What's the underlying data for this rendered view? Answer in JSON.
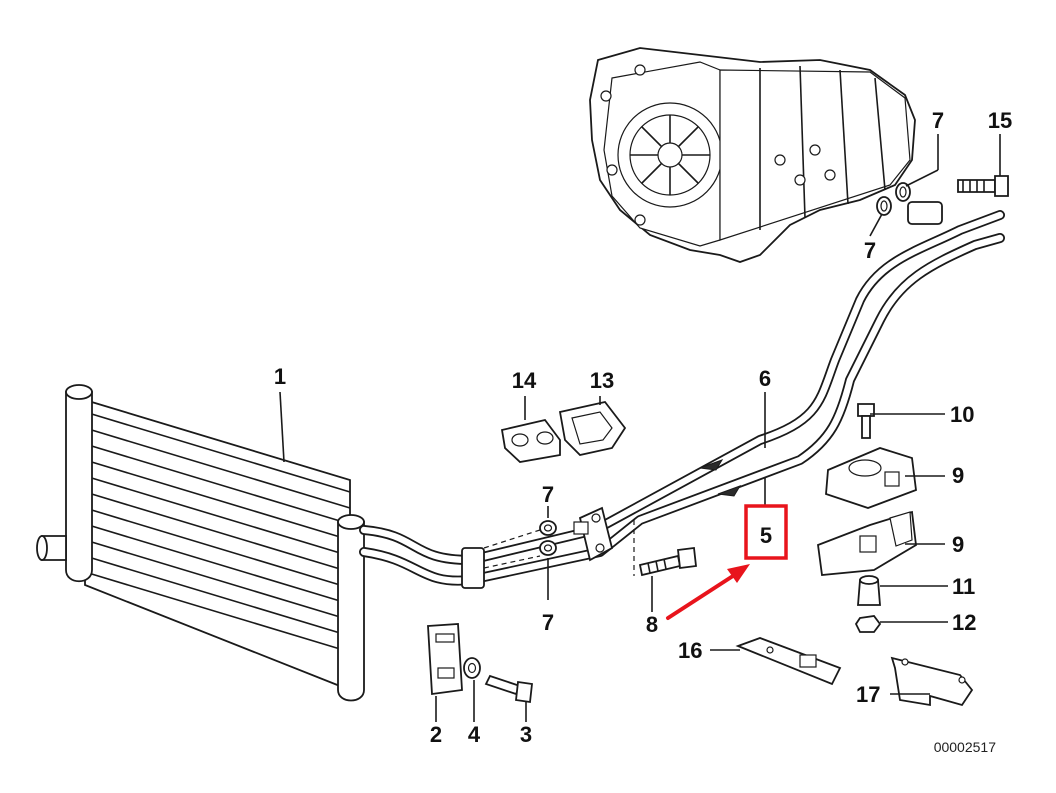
{
  "callouts": {
    "c1": "1",
    "c2": "2",
    "c3": "3",
    "c4": "4",
    "c5": "5",
    "c6": "6",
    "c7_top_right": "7",
    "c7_lower_right": "7",
    "c7_mid_upper": "7",
    "c7_mid_lower": "7",
    "c8": "8",
    "c9_upper": "9",
    "c9_lower": "9",
    "c10": "10",
    "c11": "11",
    "c12": "12",
    "c13": "13",
    "c14": "14",
    "c15": "15",
    "c16": "16",
    "c17": "17"
  },
  "diagram_id": "00002517",
  "highlight": {
    "target_label": "5",
    "box_color": "#e8141c",
    "arrow_color": "#e8141c"
  }
}
